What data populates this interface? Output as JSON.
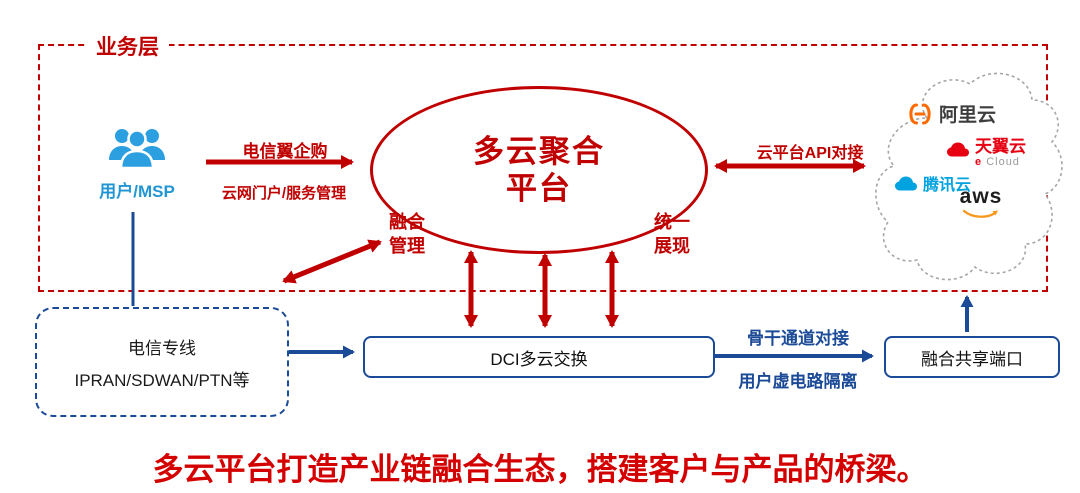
{
  "colors": {
    "primary_red": "#c00000",
    "footer_red": "#d40000",
    "navy_blue": "#1b4a97",
    "user_blue": "#2196d3",
    "alibaba_orange": "#ff6a00",
    "tianyi_red": "#e60012",
    "tencent_blue": "#00a3e0",
    "aws_orange": "#f7981d"
  },
  "business_layer": {
    "label": "业务层"
  },
  "user": {
    "label": "用户/MSP"
  },
  "labels": {
    "telecom_purchase": "电信翼企购",
    "portal_service": "云网门户/服务管理",
    "api_connect": "云平台API对接",
    "backbone_channel": "骨干通道对接",
    "virtual_circuit": "用户虚电路隔离"
  },
  "platform": {
    "title_line1": "多云聚合",
    "title_line2": "平台",
    "fusion_line1": "融合",
    "fusion_line2": "管理",
    "unified_line1": "统一",
    "unified_line2": "展现"
  },
  "cloud_providers": {
    "alibaba": "阿里云",
    "tianyi": "天翼云",
    "tianyi_sub_e": "e",
    "tianyi_sub_cloud": "Cloud",
    "tencent": "腾讯云",
    "aws": "aws"
  },
  "telecom_box": {
    "line1": "电信专线",
    "line2": "IPRAN/SDWAN/PTN等"
  },
  "dci_box": {
    "label": "DCI多云交换"
  },
  "port_box": {
    "label": "融合共享端口"
  },
  "footer": {
    "text": "多云平台打造产业链融合生态，搭建客户与产品的桥梁。"
  }
}
